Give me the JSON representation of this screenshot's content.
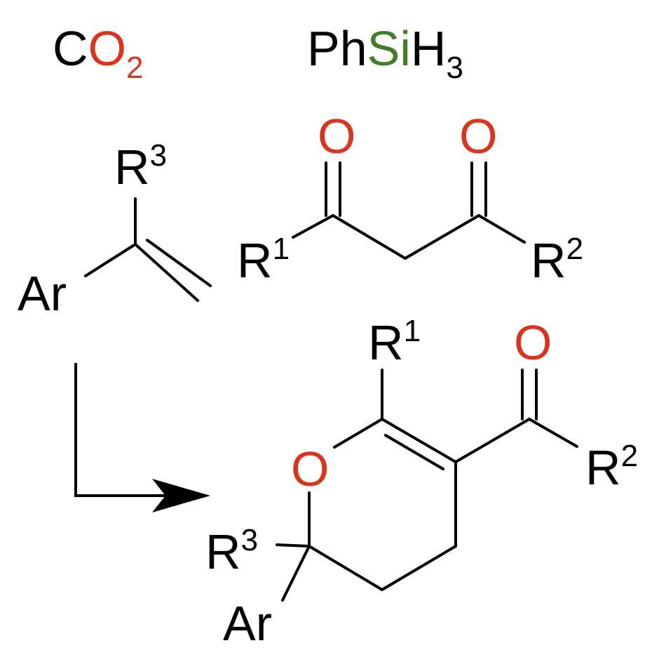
{
  "colors": {
    "ink": "#000000",
    "oxygen": "#d9341e",
    "silicon": "#3f7f25"
  },
  "reagents": {
    "co2": {
      "c": "C",
      "o": "O",
      "sub": "2"
    },
    "silane": {
      "ph": "Ph",
      "si": "Si",
      "h": "H",
      "sub": "3"
    }
  },
  "alkene": {
    "ar": "Ar",
    "r": "R",
    "r_sup": "3"
  },
  "diketone": {
    "o1": "O",
    "o2": "O",
    "r1": "R",
    "r1_sup": "1",
    "r2": "R",
    "r2_sup": "2"
  },
  "product": {
    "r1": "R",
    "r1_sup": "1",
    "ring_o": "O",
    "acyl_o": "O",
    "r2": "R",
    "r2_sup": "2",
    "r3": "R",
    "r3_sup": "3",
    "ar": "Ar"
  }
}
